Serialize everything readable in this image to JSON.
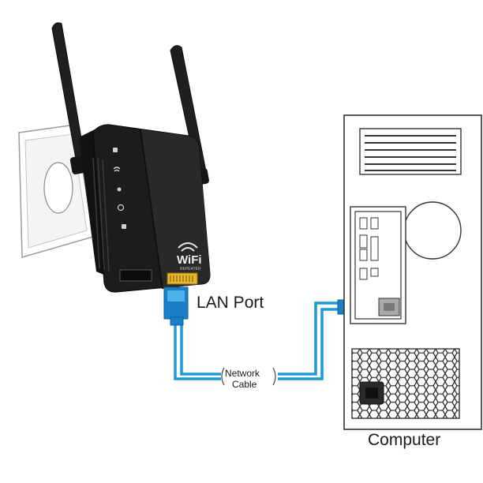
{
  "labels": {
    "lan_port": "LAN Port",
    "cable_line1": "Network",
    "cable_line2": "Cable",
    "computer": "Computer",
    "logo_wifi": "WiFi",
    "logo_sub": "REPEATER"
  },
  "colors": {
    "device_body": "#1c1c1c",
    "device_face": "#262626",
    "cable": "#1e9ad6",
    "connector": "#1a7fc4",
    "outline": "#333333",
    "port_gray": "#a9a9a9"
  }
}
